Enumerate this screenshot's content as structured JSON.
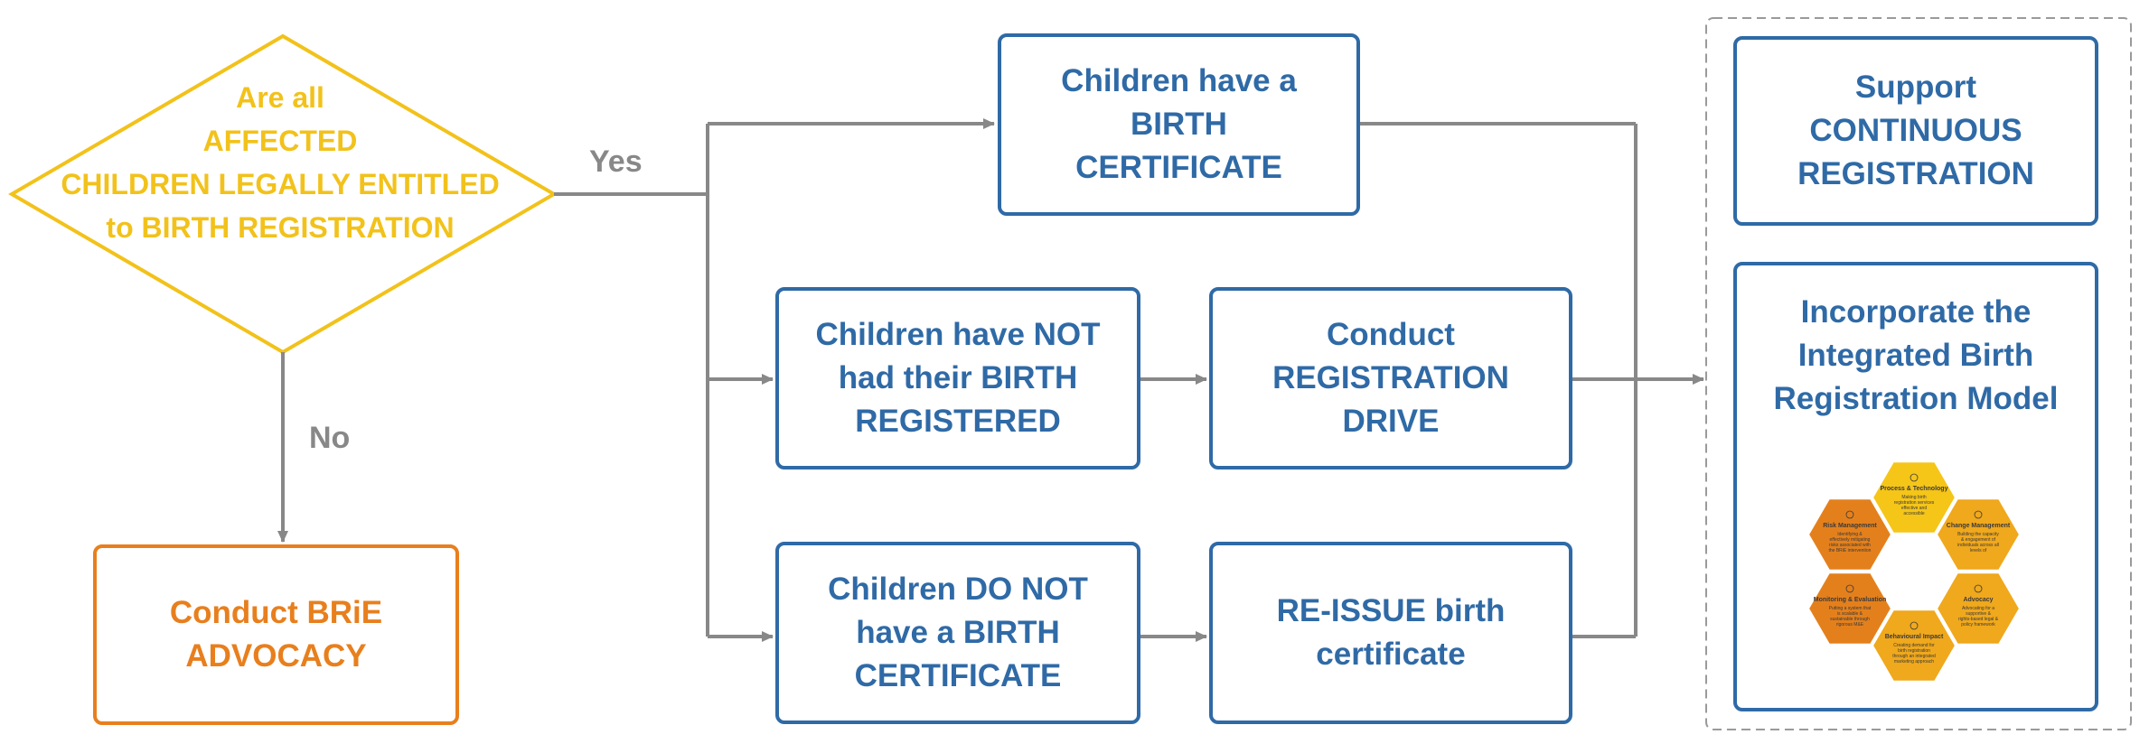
{
  "decision": {
    "lines": [
      "Are all",
      "AFFECTED",
      "CHILDREN LEGALLY ENTITLED",
      "to BIRTH REGISTRATION"
    ]
  },
  "labels": {
    "yes": "Yes",
    "no": "No"
  },
  "advocacy": {
    "lines": [
      "Conduct BRiE",
      "ADVOCACY"
    ]
  },
  "has_certificate": {
    "lines": [
      "Children have a",
      "BIRTH",
      "CERTIFICATE"
    ]
  },
  "not_registered": {
    "lines": [
      "Children have NOT",
      "had their BIRTH",
      "REGISTERED"
    ]
  },
  "registration_drive": {
    "lines": [
      "Conduct",
      "REGISTRATION",
      "DRIVE"
    ]
  },
  "no_certificate": {
    "lines": [
      "Children DO NOT",
      "have a BIRTH",
      "CERTIFICATE"
    ]
  },
  "reissue": {
    "lines": [
      "RE-ISSUE birth",
      "certificate"
    ]
  },
  "continuous": {
    "lines": [
      "Support",
      "CONTINUOUS",
      "REGISTRATION"
    ]
  },
  "integrated": {
    "lines": [
      "Incorporate the",
      "Integrated Birth",
      "Registration Model"
    ]
  },
  "model": {
    "hexes": [
      {
        "title": "Process & Technology",
        "desc": "Making birth registration services effective and accessible",
        "color": "#f5c518",
        "icon": "gear-icon"
      },
      {
        "title": "Change Management",
        "desc": "Building the capacity & engagement of individuals across all levels of administration",
        "color": "#f0a81c",
        "icon": "people-icon"
      },
      {
        "title": "Advocacy",
        "desc": "Advocating for a supportive & rights-based legal & policy framework",
        "color": "#f0a81c",
        "icon": "shield-icon"
      },
      {
        "title": "Behavioural Impact",
        "desc": "Creating demand for birth registration through an integrated marketing approach",
        "color": "#f0a81c",
        "icon": "head-icon"
      },
      {
        "title": "Monitoring & Evaluation",
        "desc": "Putting a system that is scalable & sustainable through rigorous M&E",
        "color": "#e4801c",
        "icon": "monitor-icon"
      },
      {
        "title": "Risk Management",
        "desc": "Identifying & effectively mitigating risks associated with the BRiE intervention",
        "color": "#e4801c",
        "icon": "warning-icon"
      }
    ]
  },
  "colors": {
    "blue": "#2f6aa6",
    "yellow": "#f2c21b",
    "orange": "#e87f1d",
    "grey": "#888888"
  }
}
